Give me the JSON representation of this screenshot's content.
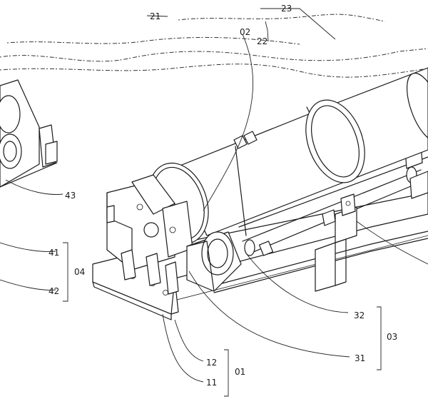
{
  "labels": {
    "l21": "21",
    "l23": "23",
    "l02": "02",
    "l22": "22",
    "l43": "43",
    "l41": "41",
    "l04": "04",
    "l42": "42",
    "l32": "32",
    "l03": "03",
    "l31": "31",
    "l12": "12",
    "l01": "01",
    "l11": "11"
  }
}
